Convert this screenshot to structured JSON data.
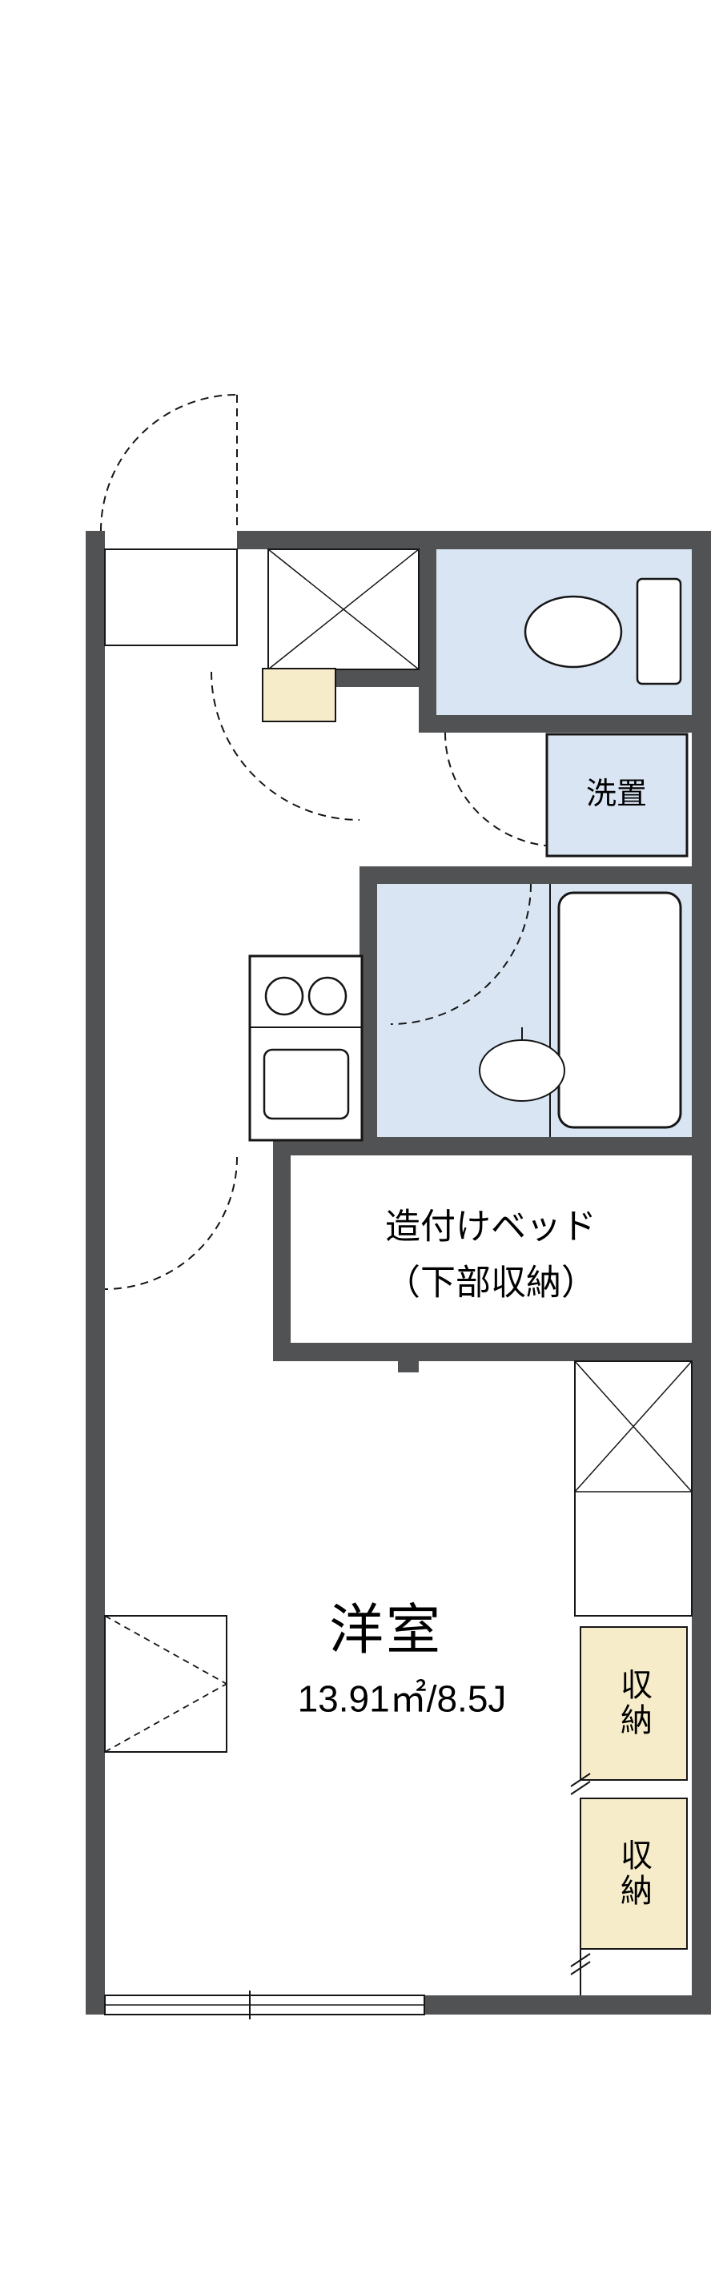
{
  "floorplan": {
    "labels": {
      "washer": "洗置",
      "bed_line1": "造付けベッド",
      "bed_line2": "（下部収納）",
      "room_name": "洋室",
      "room_size": "13.91㎡/8.5J",
      "storage1": "収納",
      "storage2": "収納"
    },
    "colors": {
      "wall": "#515254",
      "wet_area": "#d9e5f3",
      "storage": "#f6ecca",
      "line": "#161616",
      "background": "#ffffff"
    }
  }
}
